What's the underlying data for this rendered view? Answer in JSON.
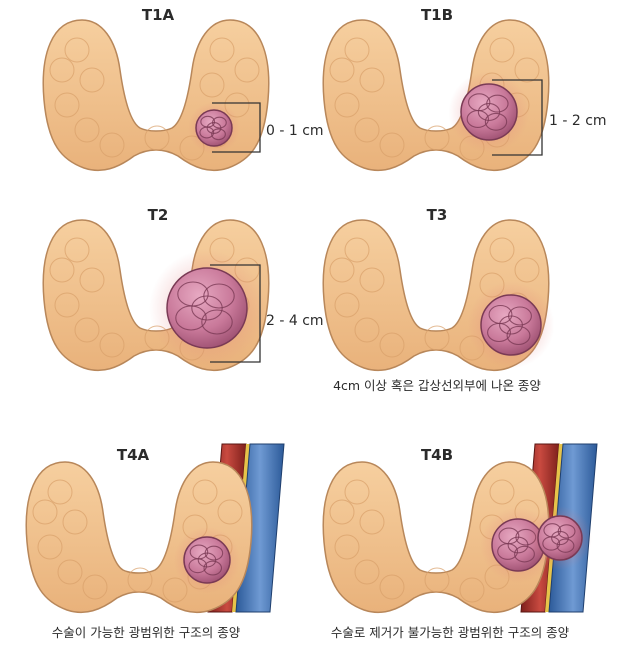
{
  "stages": [
    {
      "title": "T1A",
      "size_label": "0 - 1 cm",
      "caption": ""
    },
    {
      "title": "T1B",
      "size_label": "1 - 2 cm",
      "caption": ""
    },
    {
      "title": "T2",
      "size_label": "2 - 4 cm",
      "caption": ""
    },
    {
      "title": "T3",
      "size_label": "",
      "caption": "4cm 이상 혹은 갑상선외부에 나온 종양"
    },
    {
      "title": "T4A",
      "size_label": "",
      "caption": "수술이 가능한 광범위한 구조의 종양"
    },
    {
      "title": "T4B",
      "size_label": "",
      "caption": "수술로 제거가 불가능한 광범위한 구조의 종양"
    }
  ],
  "colors": {
    "thyroid_fill": "#f2c08a",
    "thyroid_stroke": "#b8875a",
    "tumor_fill": "#c9799a",
    "tumor_stroke": "#7a3a55",
    "artery": "#a8322c",
    "vein": "#3d6fb0"
  }
}
